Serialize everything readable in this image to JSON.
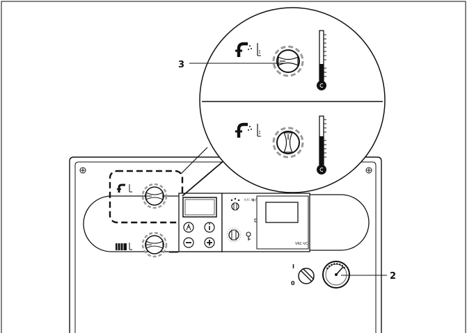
{
  "callouts": {
    "label_3": "3",
    "label_2": "2"
  },
  "switch": {
    "on_label": "I",
    "off_label": "0"
  },
  "module": {
    "model_label": "VRC-VC",
    "mode_symbols": "☼/☾/◐/⚘"
  },
  "icons": [
    "tap-icon",
    "radiator-icon",
    "thermometer-icon",
    "pressure-gauge-icon",
    "screw-icon",
    "padlock-key-icon"
  ],
  "colors": {
    "line": "#111111",
    "dial_dash": "#999999",
    "background": "#ffffff"
  }
}
